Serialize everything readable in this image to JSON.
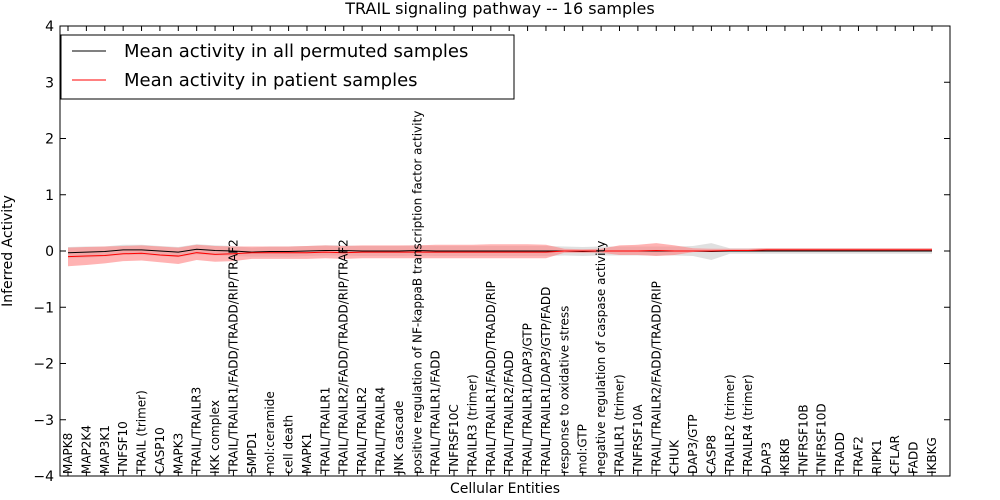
{
  "chart_data": {
    "type": "line",
    "title": "TRAIL signaling pathway -- 16 samples",
    "xlabel": "Cellular Entities",
    "ylabel": "Inferred Activity",
    "ylim": [
      -4,
      4
    ],
    "yticks": [
      "−4",
      "−3",
      "−2",
      "−1",
      "0",
      "1",
      "2",
      "3",
      "4"
    ],
    "legend_position": "top-left",
    "grid": false,
    "categories": [
      "MAPK8",
      "MAP2K4",
      "MAP3K1",
      "TNFSF10",
      "TRAIL (trimer)",
      "CASP10",
      "MAPK3",
      "TRAIL/TRAILR3",
      "IKK complex",
      "TRAIL/TRAILR1/FADD/TRADD/RIP/TRAF2",
      "SMPD1",
      "mol:ceramide",
      "cell death",
      "MAPK1",
      "TRAIL/TRAILR1",
      "TRAIL/TRAILR2/FADD/TRADD/RIP/TRAF2",
      "TRAIL/TRAILR2",
      "TRAIL/TRAILR4",
      "JNK cascade",
      "positive regulation of NF-kappaB transcription factor activity",
      "TRAIL/TRAILR1/FADD",
      "TNFRSF10C",
      "TRAILR3 (trimer)",
      "TRAIL/TRAILR1/FADD/TRADD/RIP",
      "TRAIL/TRAILR2/FADD",
      "TRAIL/TRAILR1/DAP3/GTP",
      "TRAIL/TRAILR1/DAP3/GTP/FADD",
      "response to oxidative stress",
      "mol:GTP",
      "negative regulation of caspase activity",
      "TRAILR1 (trimer)",
      "TNFRSF10A",
      "TRAIL/TRAILR2/FADD/TRADD/RIP",
      "CHUK",
      "DAP3/GTP",
      "CASP8",
      "TRAILR2 (trimer)",
      "TRAILR4 (trimer)",
      "DAP3",
      "IKBKB",
      "TNFRSF10B",
      "TNFRSF10D",
      "TRADD",
      "TRAF2",
      "RIPK1",
      "CFLAR",
      "FADD",
      "IKBKG"
    ],
    "series": [
      {
        "name": "Mean activity in all permuted samples",
        "color": "#000000",
        "band_color": "#bbbbbb",
        "values": [
          -0.03,
          -0.02,
          -0.01,
          0.02,
          0.02,
          0.0,
          -0.02,
          0.03,
          0.01,
          0.0,
          -0.02,
          -0.01,
          -0.01,
          0.0,
          0.01,
          0.01,
          0.0,
          0.0,
          0.0,
          0.01,
          0.0,
          0.0,
          0.0,
          0.0,
          0.0,
          0.0,
          0.0,
          0.0,
          -0.01,
          0.0,
          0.0,
          0.0,
          0.0,
          0.0,
          0.0,
          -0.01,
          0.0,
          0.0,
          0.0,
          0.0,
          0.0,
          0.0,
          0.0,
          0.0,
          0.0,
          0.0,
          0.0,
          0.0
        ],
        "lower": [
          -0.13,
          -0.12,
          -0.1,
          -0.07,
          -0.07,
          -0.09,
          -0.11,
          -0.06,
          -0.08,
          -0.09,
          -0.1,
          -0.1,
          -0.1,
          -0.09,
          -0.08,
          -0.08,
          -0.09,
          -0.09,
          -0.09,
          -0.08,
          -0.09,
          -0.09,
          -0.09,
          -0.09,
          -0.09,
          -0.09,
          -0.09,
          -0.08,
          -0.09,
          -0.08,
          -0.08,
          -0.08,
          -0.08,
          -0.08,
          -0.09,
          -0.16,
          -0.05,
          -0.05,
          -0.05,
          -0.05,
          -0.05,
          -0.05,
          -0.05,
          -0.05,
          -0.05,
          -0.05,
          -0.05,
          -0.05
        ],
        "upper": [
          0.07,
          0.08,
          0.08,
          0.11,
          0.11,
          0.09,
          0.07,
          0.12,
          0.1,
          0.09,
          0.06,
          0.08,
          0.08,
          0.09,
          0.1,
          0.1,
          0.09,
          0.09,
          0.09,
          0.1,
          0.09,
          0.09,
          0.09,
          0.09,
          0.09,
          0.09,
          0.09,
          0.08,
          0.07,
          0.08,
          0.08,
          0.08,
          0.08,
          0.08,
          0.09,
          0.14,
          0.05,
          0.05,
          0.05,
          0.05,
          0.05,
          0.05,
          0.05,
          0.05,
          0.05,
          0.05,
          0.05,
          0.05
        ]
      },
      {
        "name": "Mean activity in patient samples",
        "color": "#ff0000",
        "band_color": "#ff8080",
        "values": [
          -0.1,
          -0.09,
          -0.08,
          -0.05,
          -0.04,
          -0.07,
          -0.09,
          -0.03,
          -0.06,
          -0.05,
          -0.03,
          -0.03,
          -0.03,
          -0.03,
          -0.02,
          -0.03,
          -0.02,
          -0.02,
          -0.02,
          -0.02,
          -0.02,
          -0.02,
          -0.02,
          -0.02,
          -0.02,
          -0.02,
          -0.02,
          0.0,
          0.0,
          0.0,
          0.0,
          0.0,
          0.01,
          0.0,
          0.0,
          0.0,
          0.01,
          0.01,
          0.02,
          0.02,
          0.02,
          0.02,
          0.02,
          0.02,
          0.02,
          0.02,
          0.02,
          0.02
        ],
        "lower": [
          -0.27,
          -0.25,
          -0.22,
          -0.18,
          -0.17,
          -0.2,
          -0.23,
          -0.16,
          -0.19,
          -0.18,
          -0.14,
          -0.14,
          -0.14,
          -0.14,
          -0.13,
          -0.14,
          -0.13,
          -0.13,
          -0.13,
          -0.13,
          -0.13,
          -0.13,
          -0.13,
          -0.13,
          -0.13,
          -0.13,
          -0.13,
          -0.03,
          -0.03,
          -0.03,
          -0.07,
          -0.07,
          -0.09,
          -0.07,
          -0.02,
          0.0,
          0.0,
          0.0,
          0.0,
          0.0,
          0.0,
          0.0,
          0.0,
          0.0,
          0.0,
          0.0,
          0.0,
          0.0
        ],
        "upper": [
          0.06,
          0.07,
          0.08,
          0.09,
          0.1,
          0.08,
          0.06,
          0.11,
          0.09,
          0.08,
          0.08,
          0.08,
          0.08,
          0.09,
          0.1,
          0.09,
          0.1,
          0.1,
          0.1,
          0.1,
          0.11,
          0.11,
          0.11,
          0.12,
          0.12,
          0.12,
          0.11,
          0.04,
          0.03,
          0.04,
          0.1,
          0.11,
          0.14,
          0.1,
          0.05,
          0.04,
          0.04,
          0.04,
          0.05,
          0.05,
          0.05,
          0.05,
          0.05,
          0.05,
          0.05,
          0.05,
          0.05,
          0.05
        ]
      }
    ]
  }
}
